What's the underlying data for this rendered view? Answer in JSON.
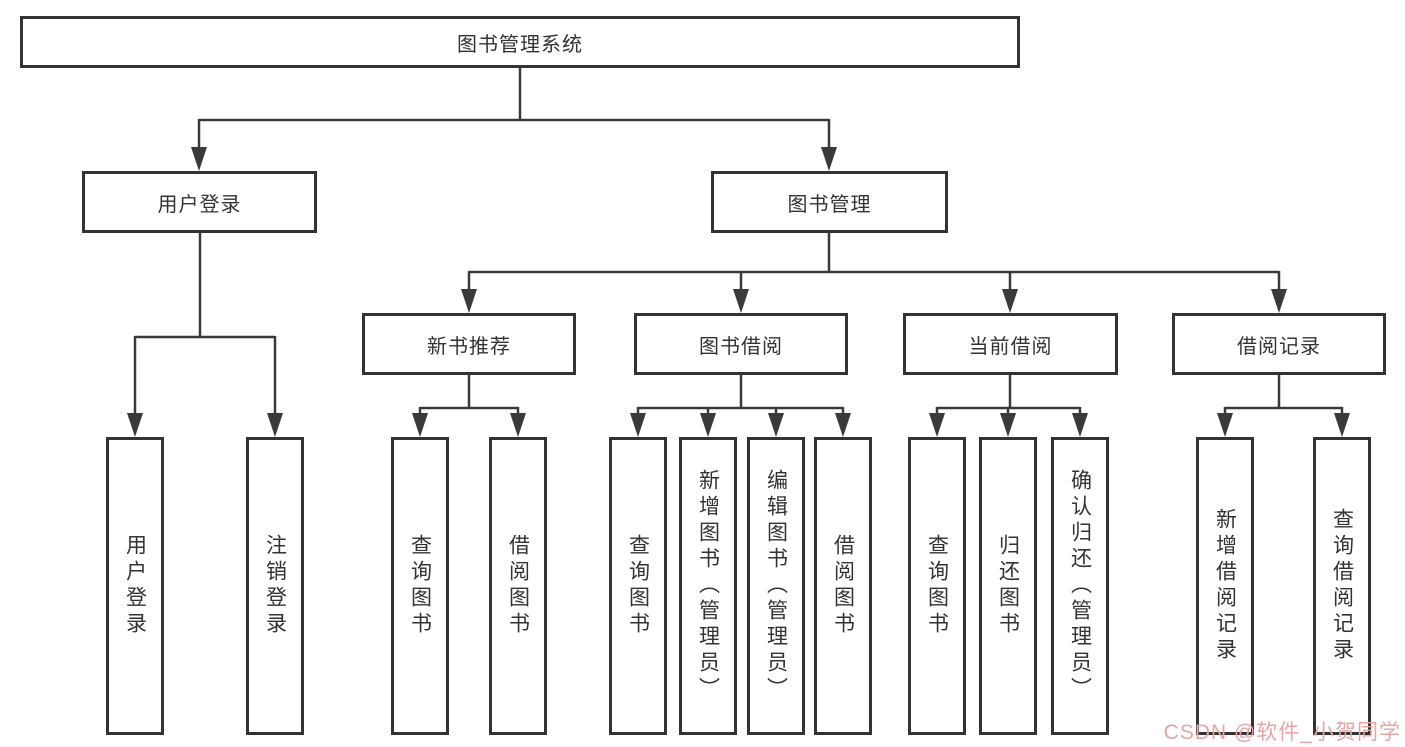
{
  "tree": {
    "root": {
      "label": "图书管理系统",
      "children": [
        {
          "label": "用户登录",
          "children": [
            {
              "label": "用户登录"
            },
            {
              "label": "注销登录"
            }
          ]
        },
        {
          "label": "图书管理",
          "children": [
            {
              "label": "新书推荐",
              "children": [
                {
                  "label": "查询图书"
                },
                {
                  "label": "借阅图书"
                }
              ]
            },
            {
              "label": "图书借阅",
              "children": [
                {
                  "label": "查询图书"
                },
                {
                  "label": "新增图书（管理员）"
                },
                {
                  "label": "编辑图书（管理员）"
                },
                {
                  "label": "借阅图书"
                }
              ]
            },
            {
              "label": "当前借阅",
              "children": [
                {
                  "label": "查询图书"
                },
                {
                  "label": "归还图书"
                },
                {
                  "label": "确认归还（管理员）"
                }
              ]
            },
            {
              "label": "借阅记录",
              "children": [
                {
                  "label": "新增借阅记录"
                },
                {
                  "label": "查询借阅记录"
                }
              ]
            }
          ]
        }
      ]
    }
  },
  "watermark": {
    "text": "CSDN @软件_小贺同学",
    "color": "#e9a3a3"
  },
  "colors": {
    "line": "#3a3a3a",
    "border": "#333333",
    "text": "#333333",
    "background": "#ffffff"
  }
}
